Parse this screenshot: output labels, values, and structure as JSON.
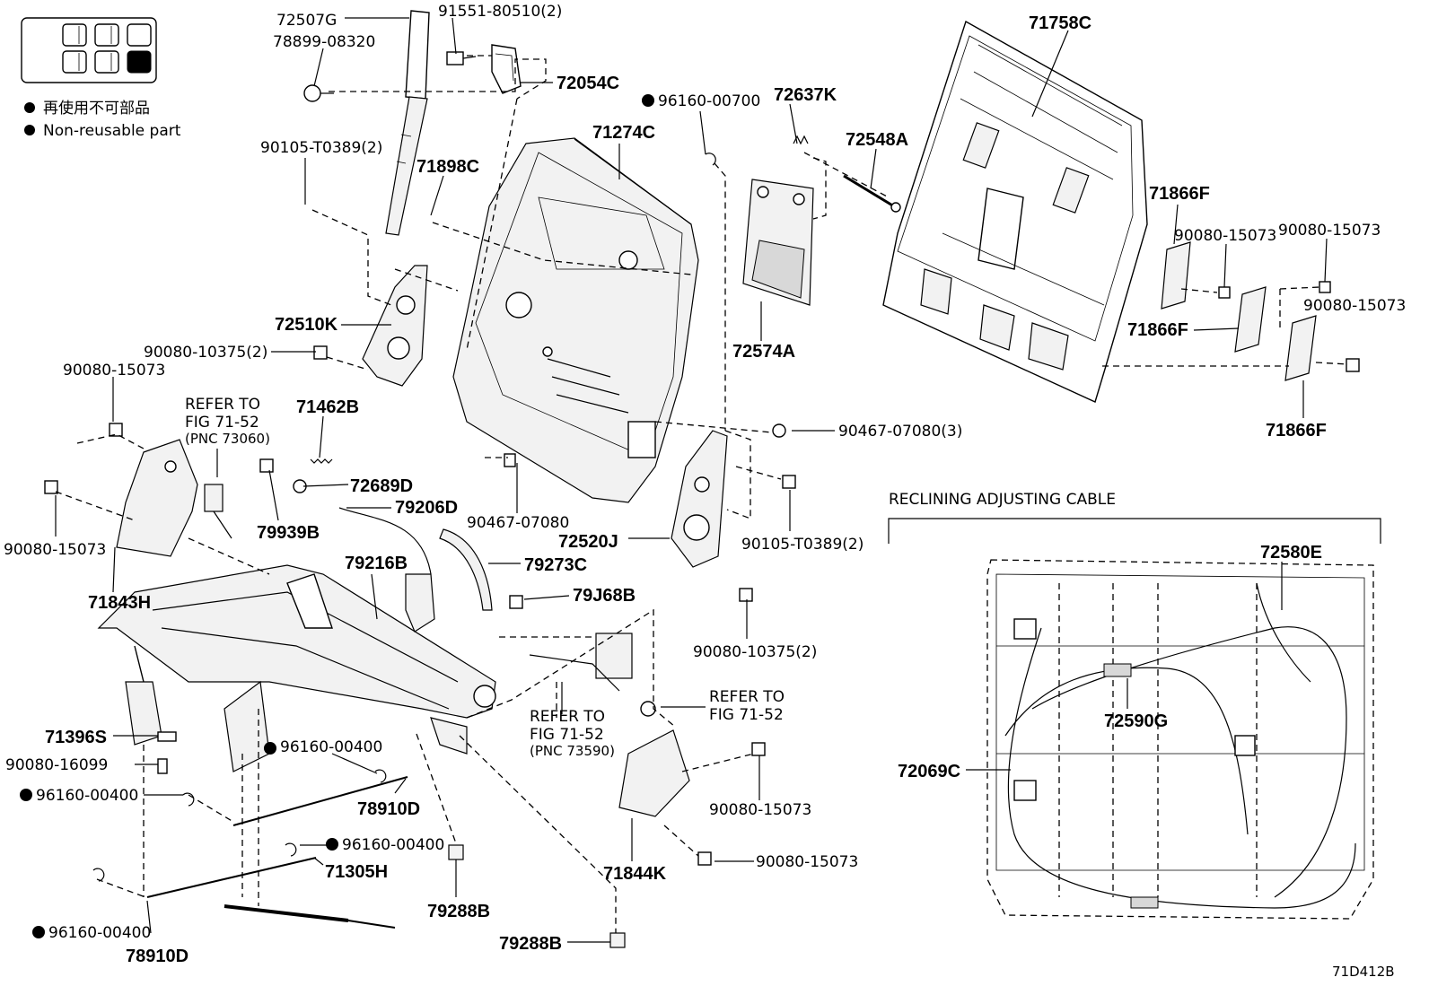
{
  "legend": {
    "japanese": "再使用不可部品",
    "english": "Non-reusable part"
  },
  "inset_title": "RECLINING ADJUSTING CABLE",
  "figure_code": "71D412B",
  "refs": {
    "r1": [
      "REFER TO",
      "FIG 71-52",
      "(PNC 73060)"
    ],
    "r2": [
      "REFER TO",
      "FIG 71-52",
      "(PNC 73590)"
    ],
    "r3": [
      "REFER TO",
      "FIG 71-52"
    ]
  },
  "labels": {
    "p72507G": "72507G",
    "p91551": "91551-80510(2)",
    "p78899": "78899-08320",
    "p72054C": "72054C",
    "p96160_700": "96160-00700",
    "p72637K": "72637K",
    "p71758C": "71758C",
    "p71274C": "71274C",
    "p72548A": "72548A",
    "p90105a": "90105-T0389(2)",
    "p71898C": "71898C",
    "p71866F_a": "71866F",
    "p90080_15073_a": "90080-15073",
    "p90080_15073_b": "90080-15073",
    "p90080_15073_c": "90080-15073",
    "p71866F_b": "71866F",
    "p71866F_c": "71866F",
    "p72510K": "72510K",
    "p72574A": "72574A",
    "p90080_10375a": "90080-10375(2)",
    "p90080_15073_d": "90080-15073",
    "p71462B": "71462B",
    "p90467_3": "90467-07080(3)",
    "p72689D": "72689D",
    "p79206D": "79206D",
    "p79939B": "79939B",
    "p90467": "90467-07080",
    "p72520J": "72520J",
    "p90105b": "90105-T0389(2)",
    "p90080_15073_e": "90080-15073",
    "p79216B": "79216B",
    "p79273C": "79273C",
    "p79J68B": "79J68B",
    "p71843H": "71843H",
    "p90080_10375b": "90080-10375(2)",
    "p72580E": "72580E",
    "p72590G": "72590G",
    "p72069C": "72069C",
    "p71396S": "71396S",
    "p90080_16099": "90080-16099",
    "p96160_400a": "96160-00400",
    "p96160_400b": "96160-00400",
    "p78910D_a": "78910D",
    "p90080_15073_f": "90080-15073",
    "p71844K": "71844K",
    "p96160_400c": "96160-00400",
    "p90080_15073_g": "90080-15073",
    "p71305H": "71305H",
    "p79288B_a": "79288B",
    "p96160_400d": "96160-00400",
    "p78910D_b": "78910D",
    "p79288B_b": "79288B"
  }
}
